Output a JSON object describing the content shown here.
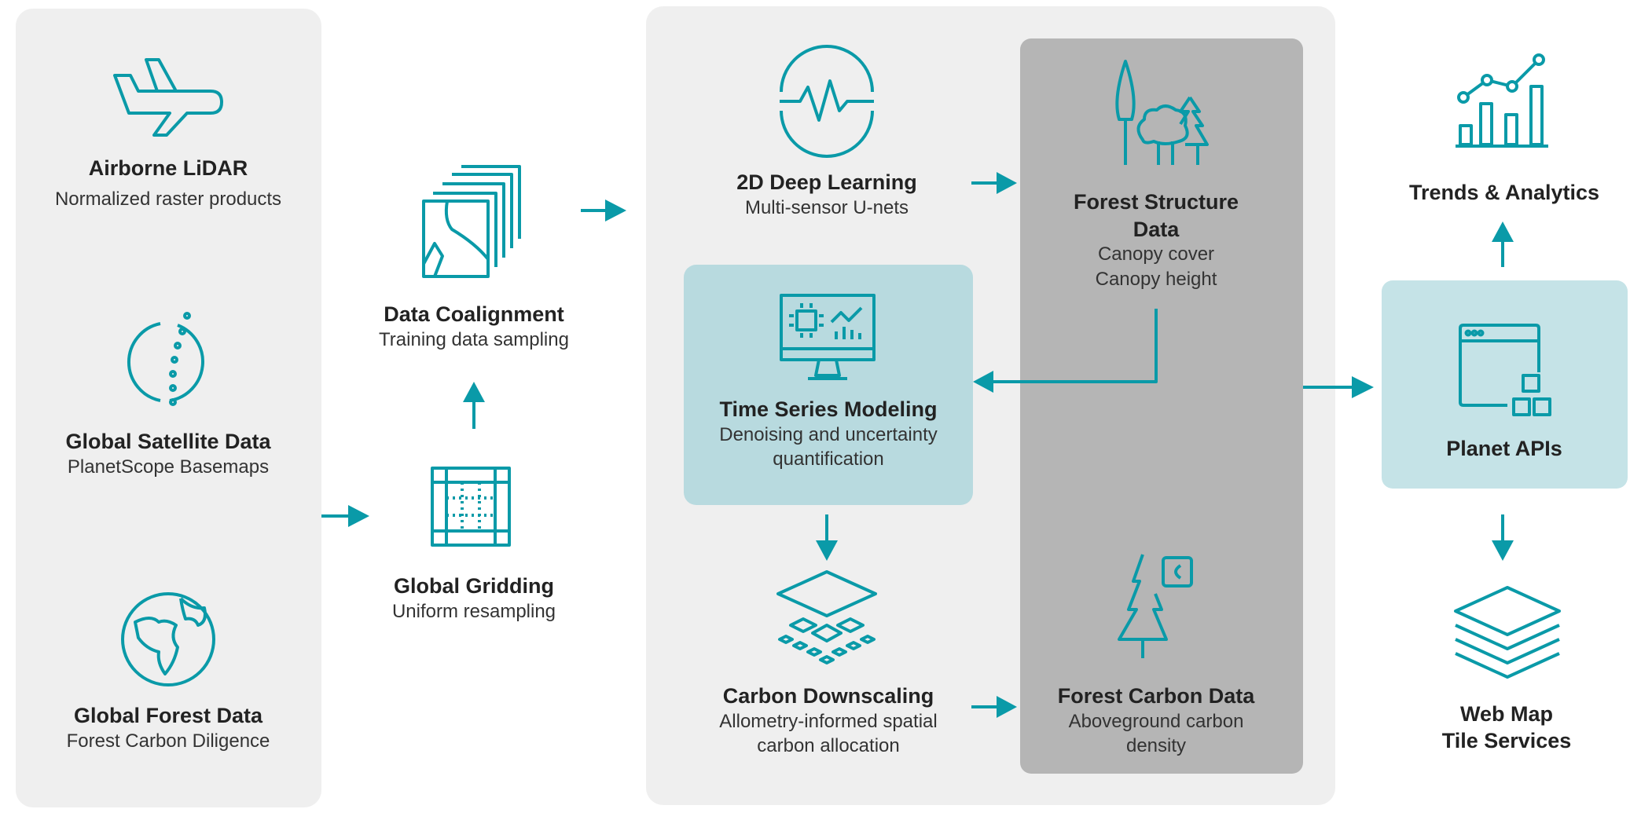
{
  "colors": {
    "accent": "#0a9aa8",
    "panel": "#efefef",
    "data_column": "#b5b5b5",
    "highlight": "#b8dadf",
    "api_box": "#c5e3e7"
  },
  "inputs": [
    {
      "title": "Airborne LiDAR",
      "subtitle": "Normalized raster products",
      "icon": "airplane-icon"
    },
    {
      "title": "Global Satellite Data",
      "subtitle": "PlanetScope Basemaps",
      "icon": "satellite-orbit-icon"
    },
    {
      "title": "Global Forest Data",
      "subtitle": "Forest Carbon Diligence",
      "icon": "globe-icon"
    }
  ],
  "preprocessing": {
    "coalignment": {
      "title": "Data Coalignment",
      "subtitle": "Training data sampling",
      "icon": "image-stack-icon"
    },
    "gridding": {
      "title": "Global Gridding",
      "subtitle": "Uniform resampling",
      "icon": "grid-icon"
    }
  },
  "modeling": {
    "deep_learning": {
      "title": "2D Deep Learning",
      "subtitle": "Multi-sensor U-nets",
      "icon": "waveform-icon"
    },
    "time_series": {
      "title": "Time Series Modeling",
      "subtitle1": "Denoising and uncertainty",
      "subtitle2": "quantification",
      "icon": "monitor-chart-icon"
    },
    "downscaling": {
      "title": "Carbon Downscaling",
      "subtitle1": "Allometry-informed spatial",
      "subtitle2": "carbon allocation",
      "icon": "layers-downscale-icon"
    }
  },
  "outputs_data": {
    "structure": {
      "title1": "Forest Structure",
      "title2": "Data",
      "subtitle1": "Canopy cover",
      "subtitle2": "Canopy height",
      "icon": "trees-icon"
    },
    "carbon": {
      "title": "Forest Carbon Data",
      "subtitle1": "Aboveground carbon",
      "subtitle2": "density",
      "icon": "tree-carbon-icon"
    }
  },
  "delivery": {
    "trends": {
      "title": "Trends & Analytics",
      "icon": "analytics-chart-icon"
    },
    "apis": {
      "title": "Planet APIs",
      "icon": "api-window-icon"
    },
    "tiles": {
      "title1": "Web Map",
      "title2": "Tile Services",
      "icon": "map-layers-icon"
    }
  }
}
